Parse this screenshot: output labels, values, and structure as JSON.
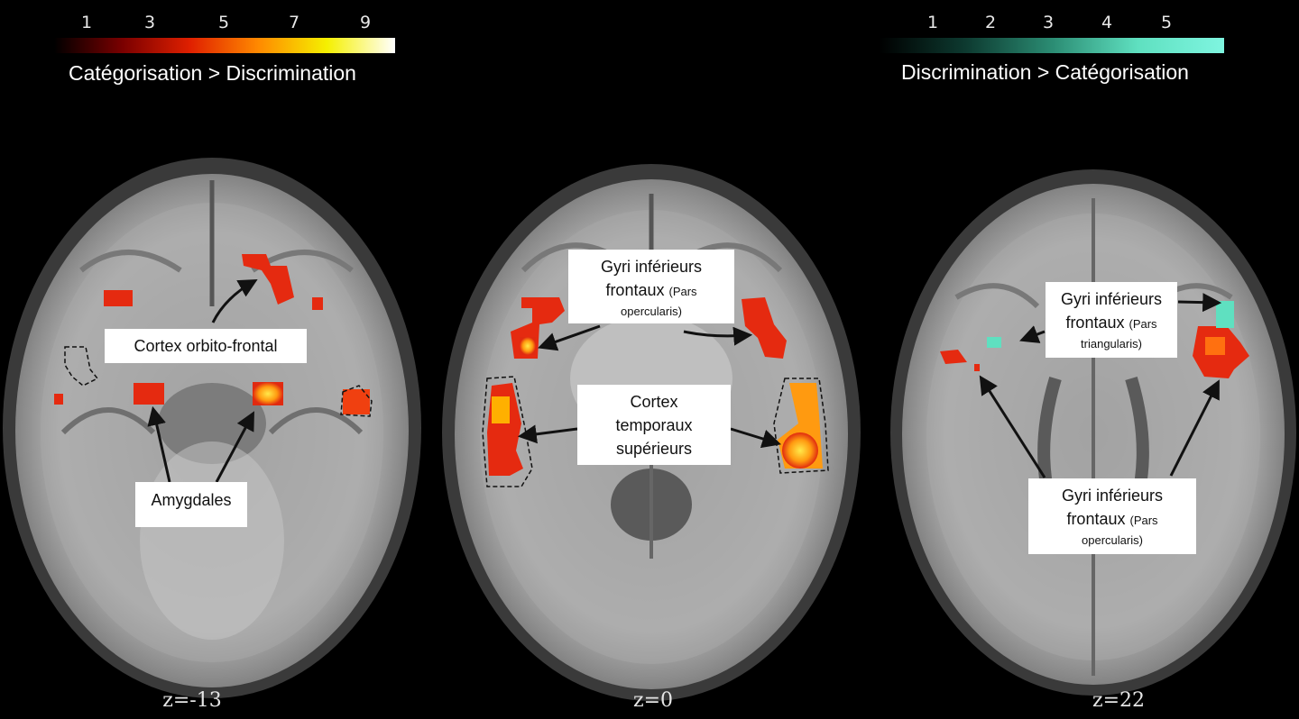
{
  "scales": {
    "left": {
      "ticks": [
        "1",
        "3",
        "5",
        "7",
        "9"
      ],
      "label": "Catégorisation > Discrimination",
      "gradient": [
        "#000000",
        "#7a0000",
        "#e02000",
        "#ff8a00",
        "#f5f000",
        "#ffffff"
      ]
    },
    "right": {
      "ticks": [
        "1",
        "2",
        "3",
        "4",
        "5"
      ],
      "label": "Discrimination > Catégorisation",
      "gradient": [
        "#000000",
        "#0d3a30",
        "#2b8c73",
        "#5fe0c0",
        "#7ff5e0"
      ]
    }
  },
  "callouts": {
    "orbito": "Cortex orbito-frontal",
    "amygdales": "Amygdales",
    "gyri_opercularis_mid": {
      "main": "Gyri inférieurs",
      "main2": "frontaux",
      "sub1": "(Pars",
      "sub2": "opercularis)"
    },
    "cortex_temporaux": {
      "l1": "Cortex",
      "l2": "temporaux",
      "l3": "supérieurs"
    },
    "gyri_triangularis": {
      "main": "Gyri inférieurs",
      "main2": "frontaux",
      "sub1": "(Pars",
      "sub2": "triangularis)"
    },
    "gyri_opercularis_right": {
      "main": "Gyri inférieurs",
      "main2": "frontaux",
      "sub1": "(Pars",
      "sub2": "opercularis)"
    }
  },
  "slices": [
    {
      "z": "z=-13"
    },
    {
      "z": "z=0"
    },
    {
      "z": "z=22"
    }
  ],
  "colors": {
    "activation_hot": "#e52a10",
    "activation_warm": "#ffb000",
    "activation_cool": "#5fe0c0"
  }
}
